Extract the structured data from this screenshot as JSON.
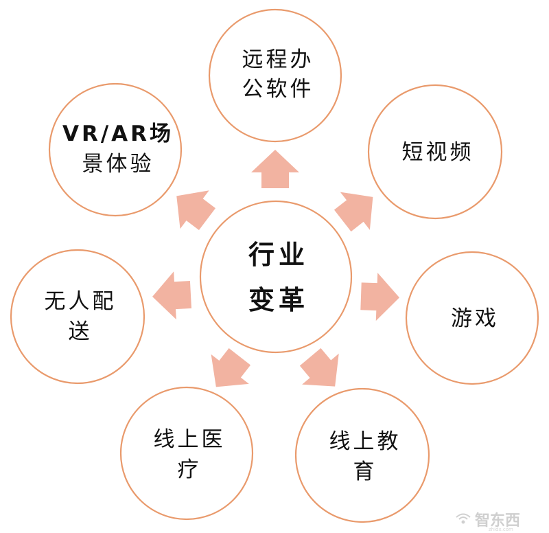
{
  "center": {
    "line1": "行业",
    "line2": "变革"
  },
  "nodes": [
    {
      "id": "remote-office",
      "lines": [
        "远程办",
        "公软件"
      ]
    },
    {
      "id": "short-video",
      "lines": [
        "短视频"
      ]
    },
    {
      "id": "games",
      "lines": [
        "游戏"
      ]
    },
    {
      "id": "online-education",
      "lines": [
        "线上教",
        "育"
      ]
    },
    {
      "id": "online-medical",
      "lines": [
        "线上医",
        "疗"
      ]
    },
    {
      "id": "unmanned-delivery",
      "lines": [
        "无人配",
        "送"
      ]
    },
    {
      "id": "vr-ar",
      "lines": [
        "VR/AR场",
        "景体验"
      ]
    }
  ],
  "watermark": {
    "text": "智东西",
    "sub": "zhidx.com"
  },
  "colors": {
    "circle_stroke": "#E99A6C",
    "arrow_fill": "#F2B3A1",
    "text": "#111111"
  }
}
